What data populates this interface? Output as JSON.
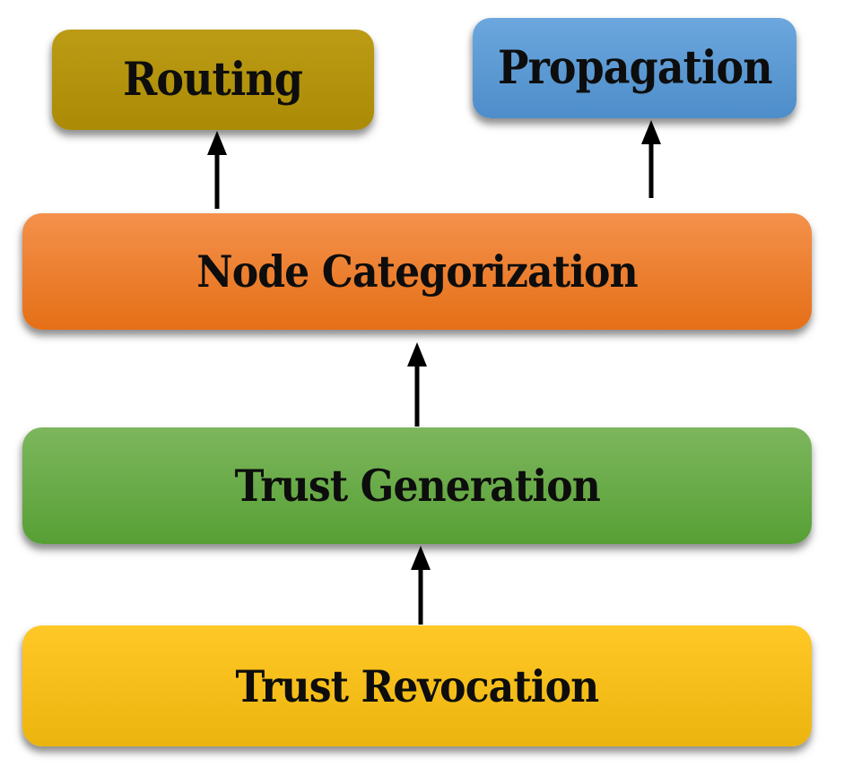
{
  "diagram": {
    "background_color": "#FFFFFF",
    "text_color": "#0D0D0D",
    "arrow_color": "#000000",
    "nodes": [
      {
        "id": "routing",
        "label": "Routing",
        "color_top": "#BC9B15",
        "color_bottom": "#AB8B05"
      },
      {
        "id": "propagation",
        "label": "Propagation",
        "color_top": "#6CA7DE",
        "color_bottom": "#4D8DC9"
      },
      {
        "id": "node-categorization",
        "label": "Node Categorization",
        "color_top": "#F4914B",
        "color_bottom": "#E56F17"
      },
      {
        "id": "trust-generation",
        "label": "Trust Generation",
        "color_top": "#7DB65D",
        "color_bottom": "#57A035"
      },
      {
        "id": "trust-revocation",
        "label": "Trust Revocation",
        "color_top": "#FFC826",
        "color_bottom": "#ECB40E"
      }
    ],
    "arrows": [
      {
        "from": "node-categorization",
        "to": "routing"
      },
      {
        "from": "node-categorization",
        "to": "propagation"
      },
      {
        "from": "trust-generation",
        "to": "node-categorization"
      },
      {
        "from": "trust-revocation",
        "to": "trust-generation"
      }
    ]
  }
}
